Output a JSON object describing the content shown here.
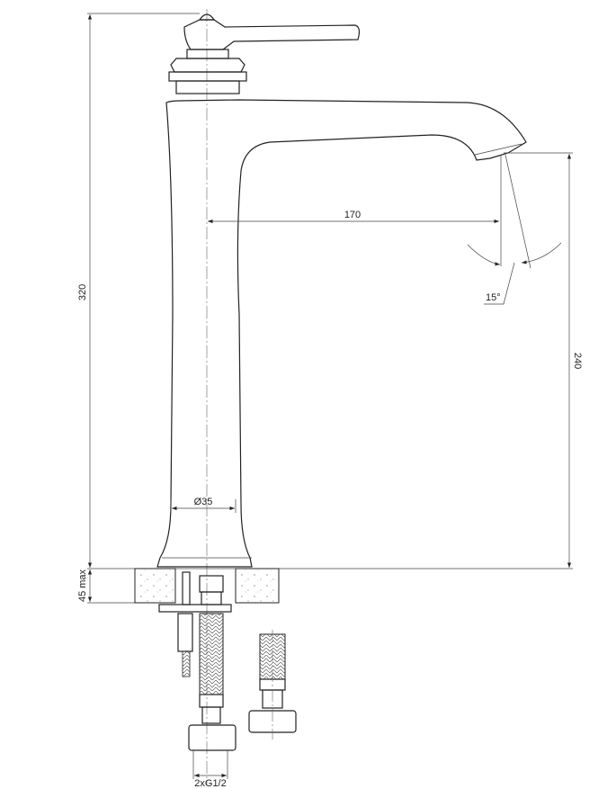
{
  "drawing": {
    "dimensions": {
      "total_height": "320",
      "spout_reach": "170",
      "spout_angle": "15°",
      "spout_height": "240",
      "body_diameter": "Ø35",
      "counter_thickness": "45 max",
      "connection": "2xG1/2"
    },
    "line_color": "#222222"
  }
}
